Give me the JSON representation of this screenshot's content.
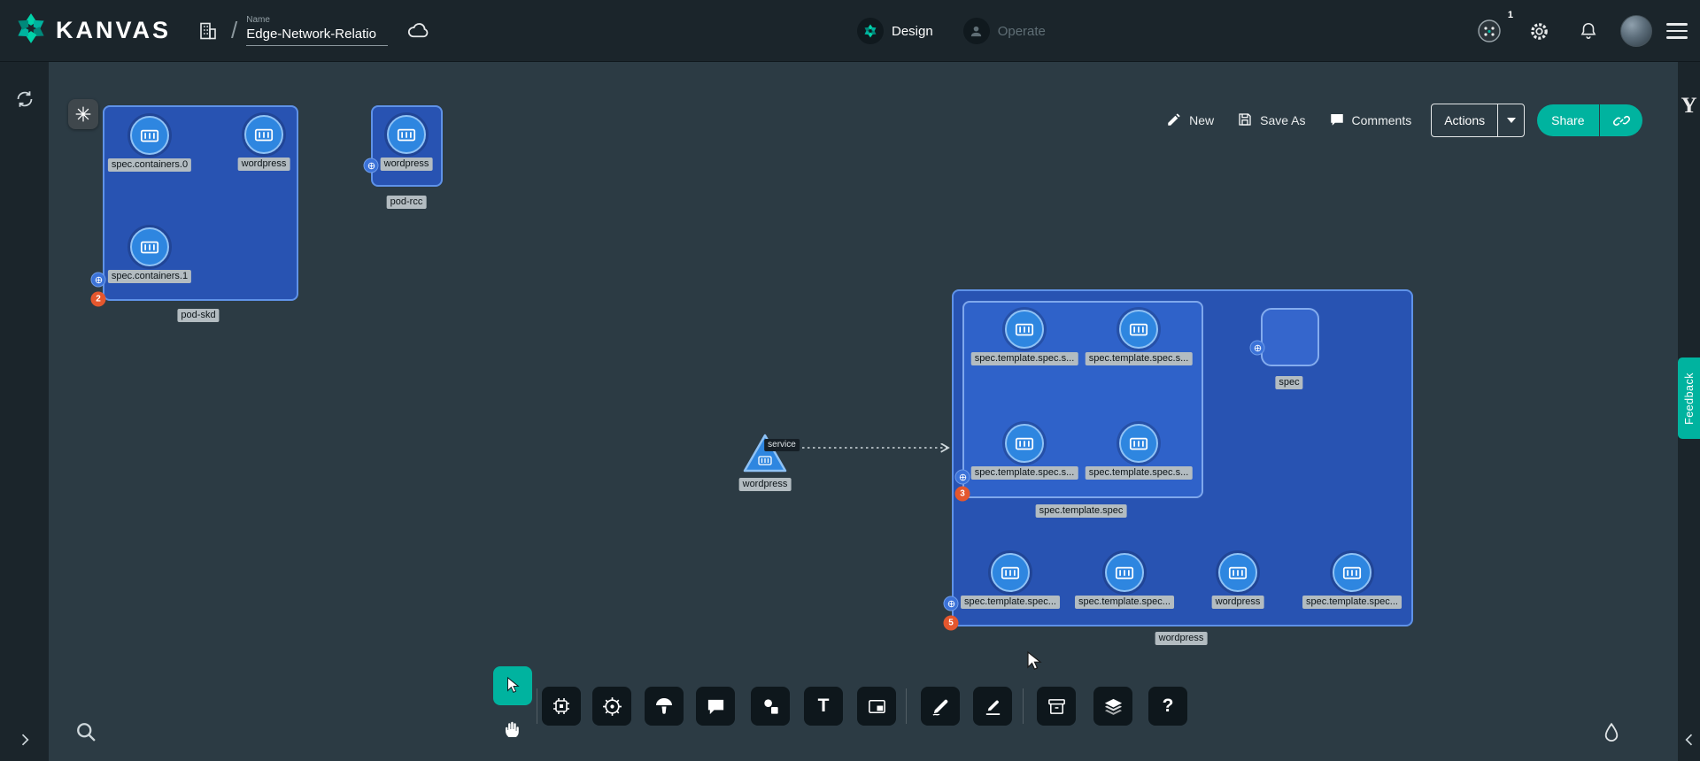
{
  "header": {
    "logo": "KANVAS",
    "name_label": "Name",
    "name_value": "Edge-Network-Relatio",
    "tab_design": "Design",
    "tab_operate": "Operate",
    "notification_count": "1"
  },
  "toolbar": {
    "new": "New",
    "save_as": "Save As",
    "comments": "Comments",
    "actions": "Actions",
    "share": "Share"
  },
  "rails": {
    "feedback": "Feedback",
    "logo_y": "Y"
  },
  "canvas": {
    "pod_skd": {
      "label": "pod-skd",
      "container_0": "spec.containers.0",
      "container_1": "wordpress",
      "container_2": "spec.containers.1",
      "badge": "2"
    },
    "pod_rcc": {
      "label": "pod-rcc",
      "container_0": "wordpress"
    },
    "service": {
      "label": "wordpress",
      "edge_label": "service"
    },
    "deployment": {
      "label": "wordpress",
      "badge": "5",
      "template": {
        "label": "spec.template.spec",
        "badge": "3",
        "containers": [
          "spec.template.spec.s...",
          "spec.template.spec.s...",
          "spec.template.spec.s...",
          "spec.template.spec.s..."
        ]
      },
      "spec_label": "spec",
      "row": [
        "spec.template.spec...",
        "spec.template.spec...",
        "wordpress",
        "spec.template.spec..."
      ]
    }
  },
  "dock": {
    "text_tool": "T",
    "help": "?"
  },
  "colors": {
    "accent": "#00B39F",
    "node_blue": "#2E86E0",
    "group_fill": "#2853B2",
    "group_border": "#5F92E8",
    "badge_orange": "#E4572E",
    "header_bg": "#1B252B",
    "canvas_bg": "#2C3B44"
  }
}
